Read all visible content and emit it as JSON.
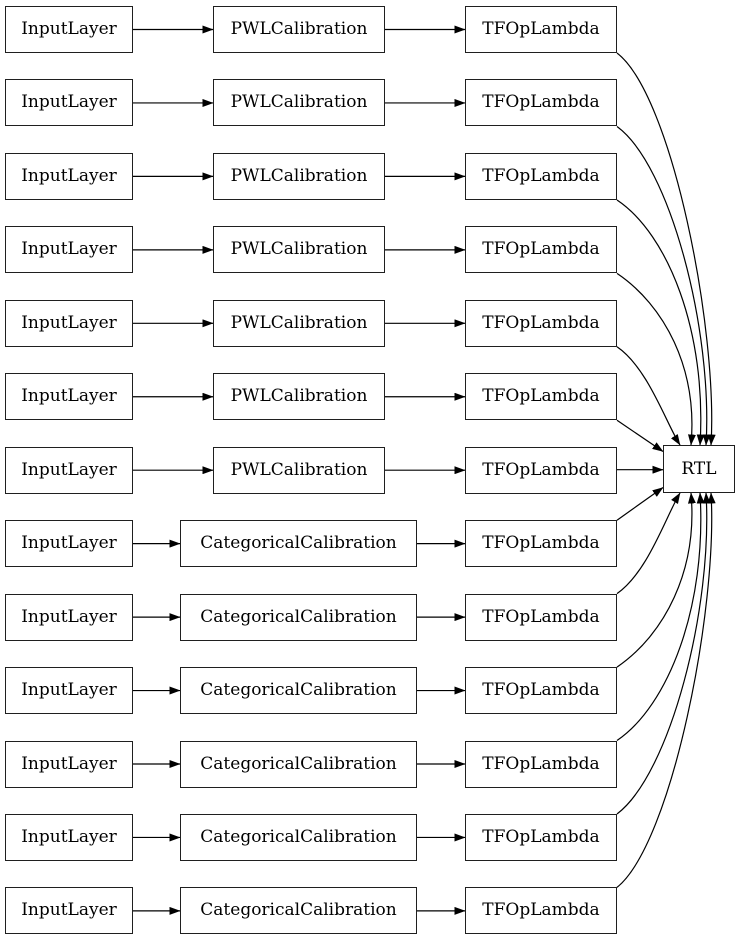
{
  "diagram": {
    "background_color": "#ffffff",
    "edge_color": "#000000",
    "node_border_color": "#1f1f1f",
    "node_fill_color": "#ffffff",
    "node_text_color": "#000000",
    "output_node": {
      "label": "RTL"
    },
    "rows": [
      {
        "input": "InputLayer",
        "calibration": "PWLCalibration",
        "op": "TFOpLambda"
      },
      {
        "input": "InputLayer",
        "calibration": "PWLCalibration",
        "op": "TFOpLambda"
      },
      {
        "input": "InputLayer",
        "calibration": "PWLCalibration",
        "op": "TFOpLambda"
      },
      {
        "input": "InputLayer",
        "calibration": "PWLCalibration",
        "op": "TFOpLambda"
      },
      {
        "input": "InputLayer",
        "calibration": "PWLCalibration",
        "op": "TFOpLambda"
      },
      {
        "input": "InputLayer",
        "calibration": "PWLCalibration",
        "op": "TFOpLambda"
      },
      {
        "input": "InputLayer",
        "calibration": "PWLCalibration",
        "op": "TFOpLambda"
      },
      {
        "input": "InputLayer",
        "calibration": "CategoricalCalibration",
        "op": "TFOpLambda"
      },
      {
        "input": "InputLayer",
        "calibration": "CategoricalCalibration",
        "op": "TFOpLambda"
      },
      {
        "input": "InputLayer",
        "calibration": "CategoricalCalibration",
        "op": "TFOpLambda"
      },
      {
        "input": "InputLayer",
        "calibration": "CategoricalCalibration",
        "op": "TFOpLambda"
      },
      {
        "input": "InputLayer",
        "calibration": "CategoricalCalibration",
        "op": "TFOpLambda"
      },
      {
        "input": "InputLayer",
        "calibration": "CategoricalCalibration",
        "op": "TFOpLambda"
      }
    ]
  }
}
